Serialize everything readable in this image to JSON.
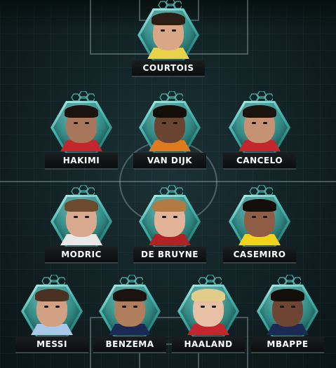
{
  "formation": [
    {
      "id": "courtois",
      "name": "COURTOIS",
      "skin": "#d9a785",
      "hair": "#2b1e16",
      "shirt": "#e8d24a"
    },
    {
      "id": "hakimi",
      "name": "HAKIMI",
      "skin": "#a8765a",
      "hair": "#1a1310",
      "shirt": "#c4262e"
    },
    {
      "id": "van-dijk",
      "name": "VAN DIJK",
      "skin": "#6b4431",
      "hair": "#140e0b",
      "shirt": "#e07a1f"
    },
    {
      "id": "cancelo",
      "name": "CANCELO",
      "skin": "#c69274",
      "hair": "#1a1310",
      "shirt": "#c4262e"
    },
    {
      "id": "modric",
      "name": "MODRIC",
      "skin": "#d8a98c",
      "hair": "#6b4a2e",
      "shirt": "#e8e8e8"
    },
    {
      "id": "de-bruyne",
      "name": "DE BRUYNE",
      "skin": "#e2b299",
      "hair": "#b27a43",
      "shirt": "#b32222"
    },
    {
      "id": "casemiro",
      "name": "CASEMIRO",
      "skin": "#8e5d43",
      "hair": "#140e0b",
      "shirt": "#f2d31b"
    },
    {
      "id": "messi",
      "name": "MESSI",
      "skin": "#d2a184",
      "hair": "#4a3222",
      "shirt": "#a9c7e6"
    },
    {
      "id": "benzema",
      "name": "BENZEMA",
      "skin": "#b07d5d",
      "hair": "#1a1310",
      "shirt": "#1b2a55"
    },
    {
      "id": "haaland",
      "name": "HAALAND",
      "skin": "#e8c0a6",
      "hair": "#e2cc8a",
      "shirt": "#c4262e"
    },
    {
      "id": "mbappe",
      "name": "MBAPPE",
      "skin": "#6e4532",
      "hair": "#140e0b",
      "shirt": "#1b2a55"
    }
  ]
}
